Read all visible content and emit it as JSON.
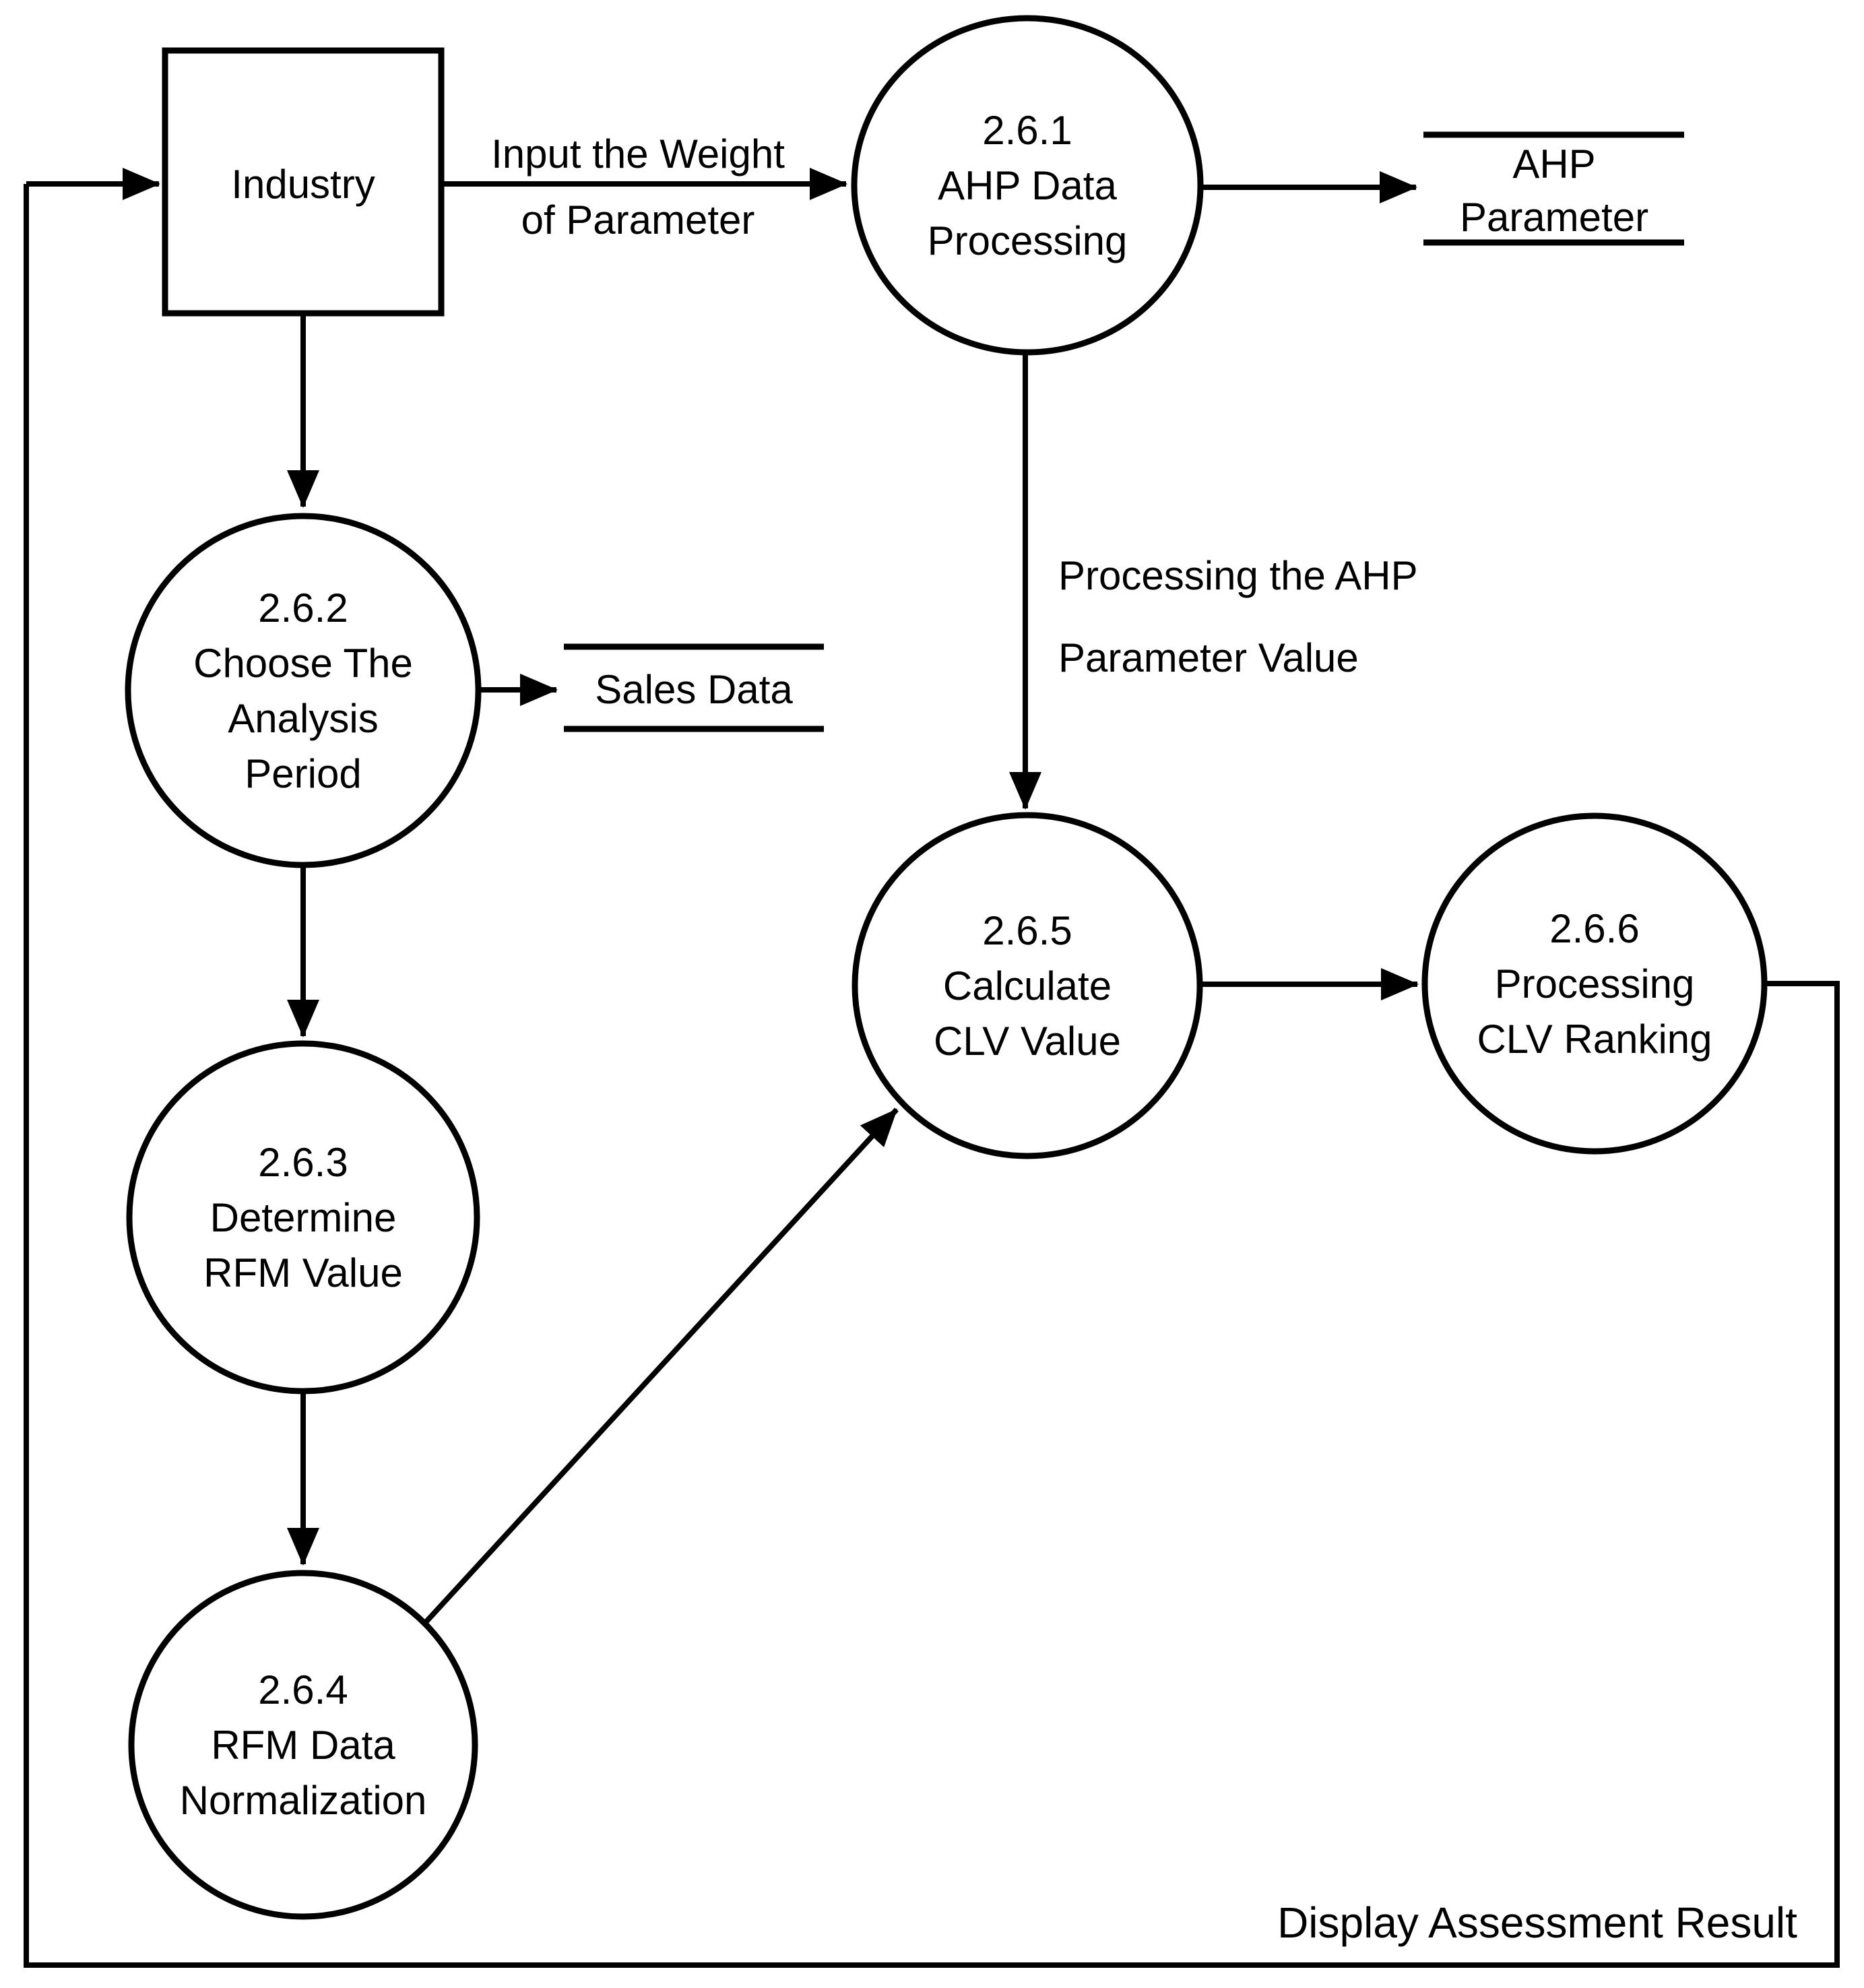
{
  "diagram": {
    "kind": "data-flow-diagram",
    "background_color": "#ffffff",
    "line_color": "#000000",
    "text_color": "#000000"
  },
  "external_entity": {
    "label": "Industry"
  },
  "processes": [
    {
      "id": "2.6.1",
      "lines": [
        "2.6.1",
        "AHP Data",
        "Processing"
      ]
    },
    {
      "id": "2.6.2",
      "lines": [
        "2.6.2",
        "Choose The",
        "Analysis",
        "Period"
      ]
    },
    {
      "id": "2.6.3",
      "lines": [
        "2.6.3",
        "Determine",
        "RFM Value"
      ]
    },
    {
      "id": "2.6.4",
      "lines": [
        "2.6.4",
        "RFM Data",
        "Normalization"
      ]
    },
    {
      "id": "2.6.5",
      "lines": [
        "2.6.5",
        "Calculate",
        "CLV Value"
      ]
    },
    {
      "id": "2.6.6",
      "lines": [
        "2.6.6",
        "Processing",
        "CLV Ranking"
      ]
    }
  ],
  "data_stores": [
    {
      "id": "ahp-parameter",
      "lines": [
        "AHP",
        "Parameter"
      ]
    },
    {
      "id": "sales-data",
      "lines": [
        "Sales Data"
      ]
    }
  ],
  "flow_labels": {
    "input_weight": [
      "Input the Weight",
      "of Parameter"
    ],
    "processing_ahp": [
      "Processing  the AHP",
      "Parameter Value"
    ],
    "display_result": "Display Assessment Result"
  },
  "flows": [
    {
      "from": "Industry",
      "to": "2.6.1",
      "label": "Input the Weight of Parameter"
    },
    {
      "from": "2.6.1",
      "to": "AHP Parameter",
      "label": ""
    },
    {
      "from": "2.6.1",
      "to": "2.6.5",
      "label": "Processing the AHP Parameter Value"
    },
    {
      "from": "Industry",
      "to": "2.6.2",
      "label": ""
    },
    {
      "from": "2.6.2",
      "to": "Sales Data",
      "label": ""
    },
    {
      "from": "2.6.2",
      "to": "2.6.3",
      "label": ""
    },
    {
      "from": "2.6.3",
      "to": "2.6.4",
      "label": ""
    },
    {
      "from": "2.6.4",
      "to": "2.6.5",
      "label": ""
    },
    {
      "from": "2.6.5",
      "to": "2.6.6",
      "label": ""
    },
    {
      "from": "2.6.6",
      "to": "Industry",
      "label": "Display Assessment Result"
    }
  ]
}
